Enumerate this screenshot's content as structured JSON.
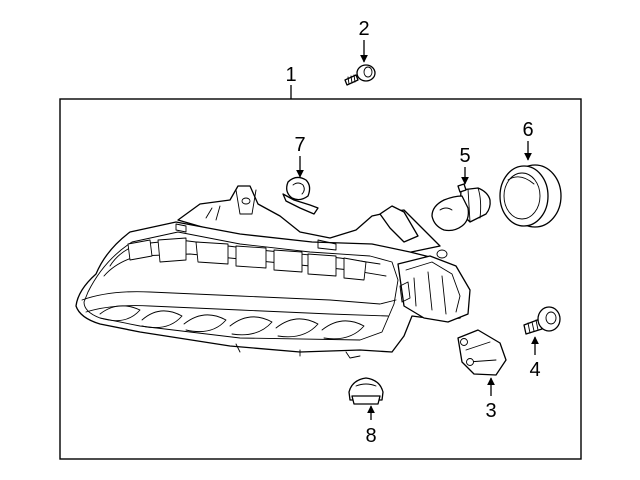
{
  "callouts": [
    {
      "id": "1",
      "part": "headlamp-assembly"
    },
    {
      "id": "2",
      "part": "screw"
    },
    {
      "id": "3",
      "part": "socket-cover"
    },
    {
      "id": "4",
      "part": "bolt"
    },
    {
      "id": "5",
      "part": "bulb"
    },
    {
      "id": "6",
      "part": "seal"
    },
    {
      "id": "7",
      "part": "clip"
    },
    {
      "id": "8",
      "part": "socket"
    }
  ]
}
